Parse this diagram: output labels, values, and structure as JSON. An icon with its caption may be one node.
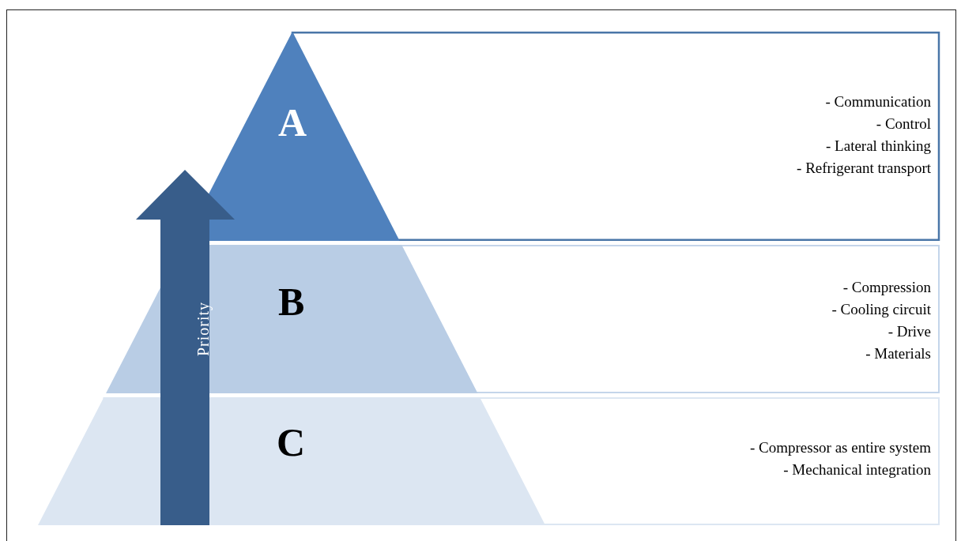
{
  "diagram": {
    "nodes": [
      {
        "text": [
          "A",
          "- Communication",
          "- Control",
          "- Lateral thinking",
          "- Refrigerant transport"
        ]
      },
      {
        "text": [
          "B",
          "- Compression",
          "- Cooling circuit",
          "- Drive",
          "- Materials"
        ]
      },
      {
        "text": [
          "C",
          "- Compressor as entire system",
          "- Mechanical integration"
        ]
      }
    ],
    "labels": [
      "Priority"
    ]
  }
}
